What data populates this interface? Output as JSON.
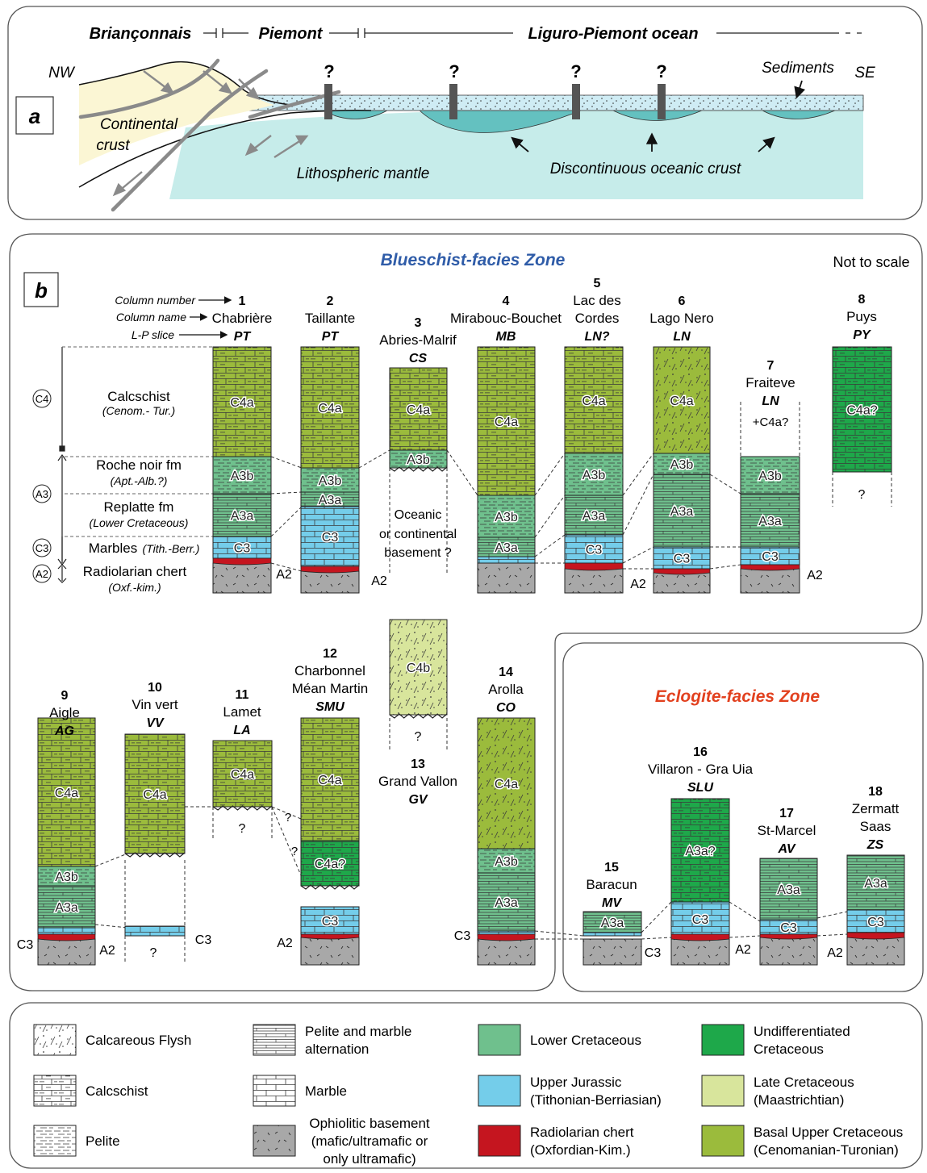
{
  "panel_a": {
    "label": "a",
    "domains": {
      "brianconnais": "Briançonnais",
      "piemont": "Piemont",
      "ocean": "Liguro-Piemont ocean"
    },
    "nw": "NW",
    "se": "SE",
    "question": "?",
    "sediments": "Sediments",
    "continental": {
      "line1": "Continental",
      "line2": "crust"
    },
    "mantle": "Lithospheric mantle",
    "oceanic_crust": "Discontinuous oceanic crust"
  },
  "panel_b": {
    "label": "b",
    "blueschist_title": "Blueschist-facies Zone",
    "eclogite_title": "Eclogite-facies Zone",
    "not_to_scale": "Not to scale",
    "key": {
      "column_number": "Column number",
      "column_name": "Column name",
      "lp_slice": "L-P slice"
    },
    "units": [
      {
        "tag": "C4",
        "name": "Calcschist",
        "age": "(Cenom.- Tur.)"
      },
      {
        "tag": "A3",
        "name": "Roche noir fm",
        "age": "(Apt.-Alb.?)"
      },
      {
        "tag": "",
        "name": "Replatte fm",
        "age": "(Lower Cretaceous)"
      },
      {
        "tag": "C3",
        "name": "Marbles",
        "age": "(Tith.-Berr.)"
      },
      {
        "tag": "A2",
        "name": "Radiolarian chert",
        "age": "(Oxf.-kim.)"
      }
    ],
    "columns": [
      {
        "number": "1",
        "name": [
          "Chabrière"
        ],
        "slice": "PT"
      },
      {
        "number": "2",
        "name": [
          "Taillante"
        ],
        "slice": "PT"
      },
      {
        "number": "3",
        "name": [
          "Abries-Malrif"
        ],
        "slice": "CS"
      },
      {
        "number": "4",
        "name": [
          "Mirabouc-Bouchet"
        ],
        "slice": "MB"
      },
      {
        "number": "5",
        "name": [
          "Lac des",
          "Cordes"
        ],
        "slice": "LN?"
      },
      {
        "number": "6",
        "name": [
          "Lago Nero"
        ],
        "slice": "LN"
      },
      {
        "number": "7",
        "name": [
          "Fraiteve"
        ],
        "slice": "LN"
      },
      {
        "number": "8",
        "name": [
          "Puys"
        ],
        "slice": "PY"
      },
      {
        "number": "9",
        "name": [
          "Aigle"
        ],
        "slice": "AG"
      },
      {
        "number": "10",
        "name": [
          "Vin vert"
        ],
        "slice": "VV"
      },
      {
        "number": "11",
        "name": [
          "Lamet"
        ],
        "slice": "LA"
      },
      {
        "number": "12",
        "name": [
          "Charbonnel",
          "Méan Martin"
        ],
        "slice": "SMU"
      },
      {
        "number": "13",
        "name": [
          "Grand Vallon"
        ],
        "slice": "GV"
      },
      {
        "number": "14",
        "name": [
          "Arolla"
        ],
        "slice": "CO"
      },
      {
        "number": "15",
        "name": [
          "Baracun"
        ],
        "slice": "MV"
      },
      {
        "number": "16",
        "name": [
          "Villaron - Gra Uia"
        ],
        "slice": "SLU"
      },
      {
        "number": "17",
        "name": [
          "St-Marcel"
        ],
        "slice": "AV"
      },
      {
        "number": "18",
        "name": [
          "Zermatt",
          "Saas"
        ],
        "slice": "ZS"
      }
    ],
    "layer_labels": {
      "C4a": "C4a",
      "C4a_q": "C4a?",
      "C4b": "C4b",
      "A3b": "A3b",
      "A3a": "A3a",
      "A3a_q": "A3a?",
      "C3": "C3",
      "A2": "A2",
      "plus_c4a": "+C4a?",
      "q": "?"
    },
    "basement_note": [
      "Oceanic",
      "or continental",
      "basement ?"
    ]
  },
  "legend": {
    "lithology": [
      {
        "key": "flysch",
        "label": [
          "Calcareous Flysh"
        ]
      },
      {
        "key": "calcschist",
        "label": [
          "Calcschist"
        ]
      },
      {
        "key": "pelite",
        "label": [
          "Pelite"
        ]
      },
      {
        "key": "alternation",
        "label": [
          "Pelite and marble",
          "alternation"
        ]
      },
      {
        "key": "marble",
        "label": [
          "Marble"
        ]
      },
      {
        "key": "ophiolite",
        "label": [
          "Ophiolitic basement",
          "(mafic/ultramafic or",
          "only ultramafic)"
        ]
      }
    ],
    "ages": [
      {
        "color": "#6fc08d",
        "label": [
          "Lower Cretaceous"
        ]
      },
      {
        "color": "#74cdea",
        "label": [
          "Upper Jurassic",
          "(Tithonian-Berriasian)"
        ]
      },
      {
        "color": "#c5151f",
        "label": [
          "Radiolarian chert",
          "(Oxfordian-Kim.)"
        ]
      },
      {
        "color": "#1ea84a",
        "label": [
          "Undifferentiated",
          "Cretaceous"
        ]
      },
      {
        "color": "#d8e59c",
        "label": [
          "Late Cretaceous",
          "(Maastrichtian)"
        ]
      },
      {
        "color": "#9bbb3c",
        "label": [
          "Basal Upper Cretaceous",
          "(Cenomanian-Turonian)"
        ]
      }
    ]
  },
  "colors": {
    "c4a": "#9bbb3c",
    "c4b": "#d8e59c",
    "a3": "#6fc08d",
    "c3": "#74cdea",
    "a2": "#c5151f",
    "basement": "#a8a8a8",
    "undiff": "#1ea84a",
    "crust": "#fbf6d4",
    "ocean": "#c6ecea",
    "ocean_crust": "#64c1c0",
    "blue_title": "#2f5ca8",
    "red_title": "#e2411f"
  }
}
